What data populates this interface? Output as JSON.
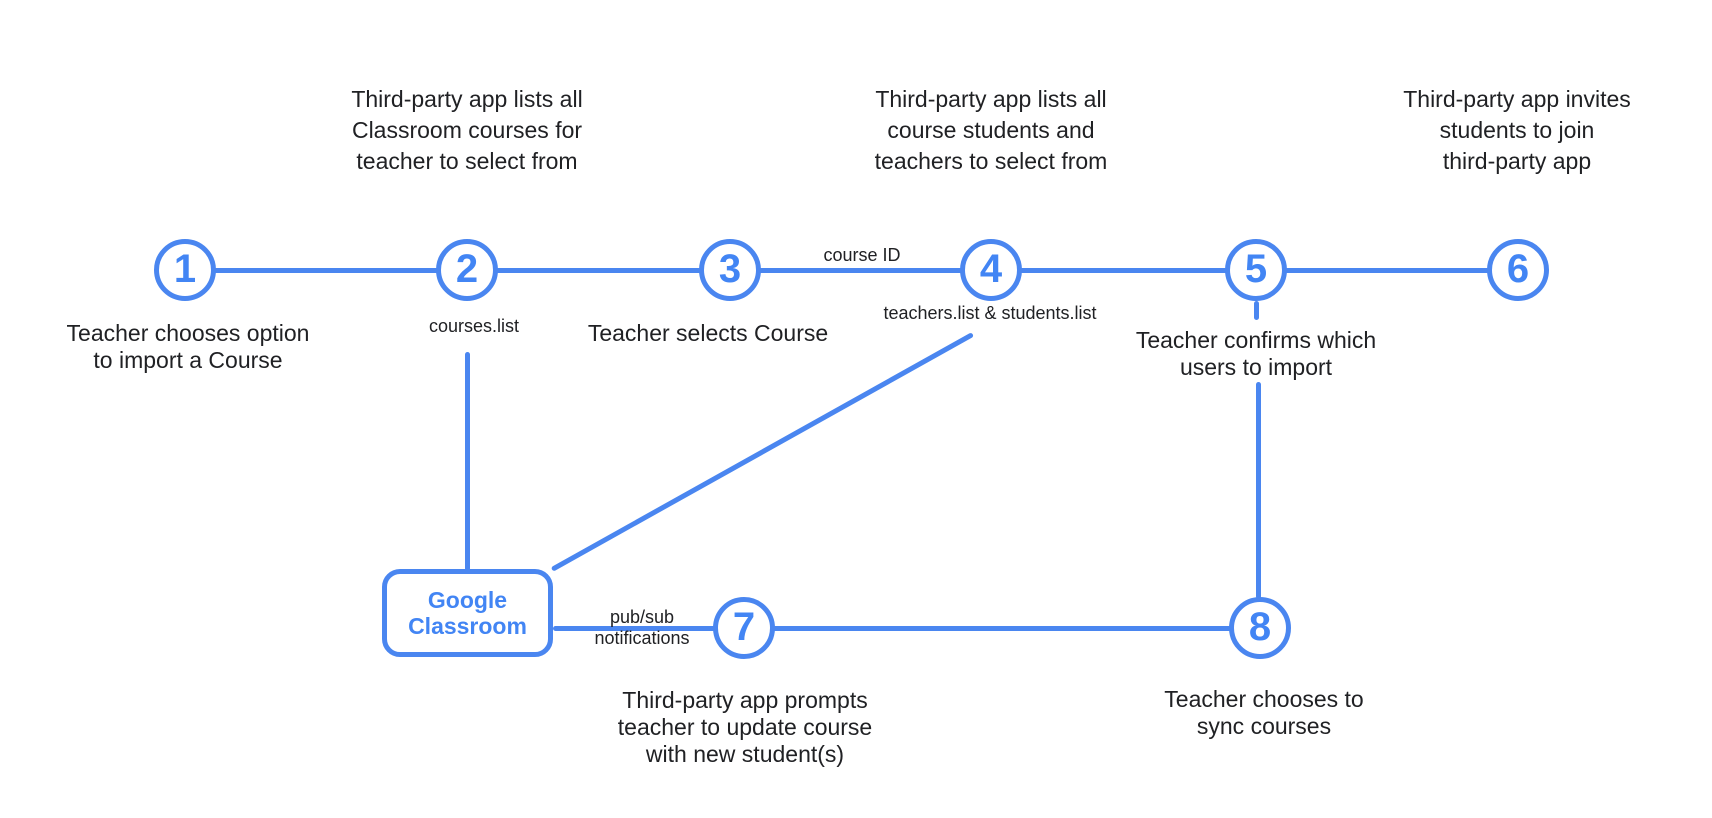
{
  "colors": {
    "accent_stroke": "#4a86f0",
    "accent_text": "#4285f4",
    "label_text": "#202124",
    "background": "#ffffff"
  },
  "steps": [
    {
      "number": "1"
    },
    {
      "number": "2"
    },
    {
      "number": "3"
    },
    {
      "number": "4"
    },
    {
      "number": "5"
    },
    {
      "number": "6"
    },
    {
      "number": "7"
    },
    {
      "number": "8"
    }
  ],
  "classroom_box": {
    "line1": "Google",
    "line2": "Classroom"
  },
  "annotations": {
    "step2_top": [
      "Third-party app lists all",
      "Classroom courses for",
      "teacher to select from"
    ],
    "step4_top": [
      "Third-party app lists all",
      "course students and",
      "teachers to select from"
    ],
    "step6_top": [
      "Third-party app invites",
      "students to join",
      "third-party app"
    ],
    "step1_caption": [
      "Teacher chooses option",
      "to import a Course"
    ],
    "step3_caption": "Teacher selects Course",
    "step5_caption": [
      "Teacher confirms which",
      "users to import"
    ],
    "step7_caption": [
      "Third-party app prompts",
      "teacher to update course",
      "with new student(s)"
    ],
    "step8_caption": [
      "Teacher chooses to",
      "sync courses"
    ],
    "courses_list_api": "courses.list",
    "course_id_edge": "course ID",
    "teachers_students_api": "teachers.list & students.list",
    "pubsub_edge": [
      "pub/sub",
      "notifications"
    ]
  }
}
